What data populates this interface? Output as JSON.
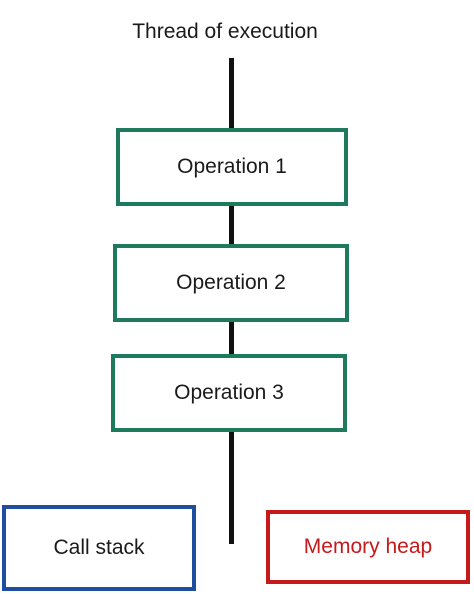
{
  "title": "Thread of execution",
  "operations": [
    {
      "label": "Operation 1"
    },
    {
      "label": "Operation 2"
    },
    {
      "label": "Operation 3"
    }
  ],
  "call_stack": {
    "label": "Call stack"
  },
  "memory_heap": {
    "label": "Memory heap"
  },
  "colors": {
    "operation_border": "#1e7a5c",
    "call_stack_border": "#1f4e9e",
    "memory_heap_border": "#c61a1a",
    "memory_heap_text": "#c61a1a",
    "line": "#111111"
  }
}
